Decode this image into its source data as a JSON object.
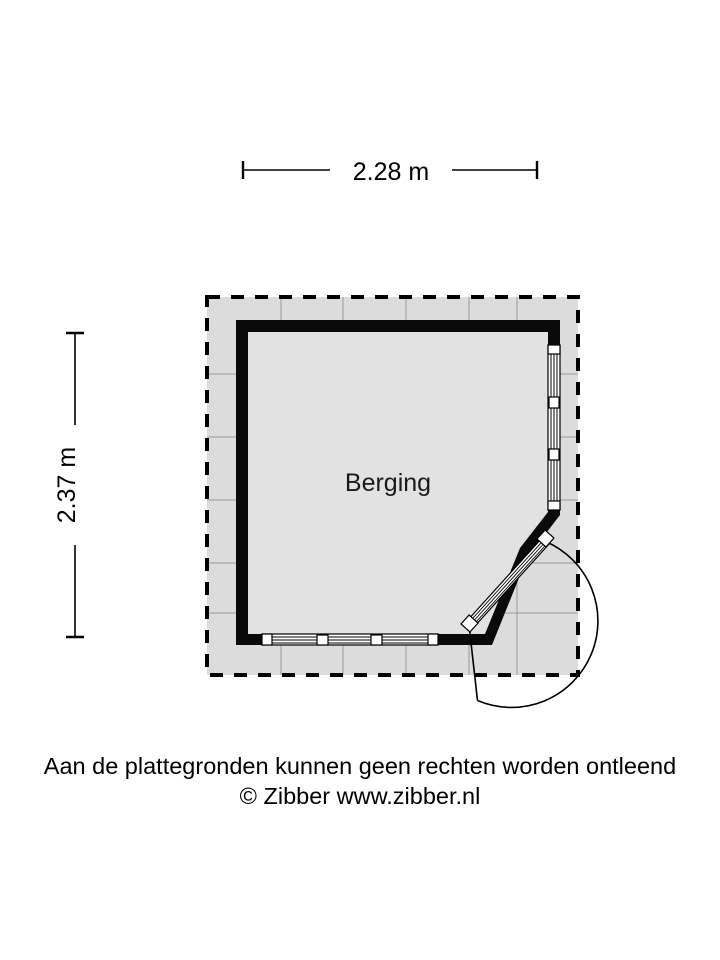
{
  "plan": {
    "room_label": "Berging",
    "dimensions": {
      "width_label": "2.28 m",
      "height_label": "2.37 m",
      "width_value": 2.28,
      "height_value": 2.37,
      "unit": "m"
    },
    "colors": {
      "wall": "#0a0a0a",
      "floor": "#e0e0e0",
      "outer_area": "#dcdcdc",
      "grid_line": "#9a9a9a",
      "dashed_outline": "#000000",
      "background": "#ffffff",
      "text": "#000000"
    },
    "features": [
      {
        "name": "window-right",
        "type": "window",
        "wall": "east"
      },
      {
        "name": "window-bottom",
        "type": "window",
        "wall": "south"
      },
      {
        "name": "door-diagonal",
        "type": "door",
        "wall": "southeast-diagonal",
        "swing": "outward"
      }
    ]
  },
  "caption": {
    "line1": "Aan de plattegronden kunnen geen rechten worden ontleend",
    "line2": "© Zibber www.zibber.nl"
  }
}
